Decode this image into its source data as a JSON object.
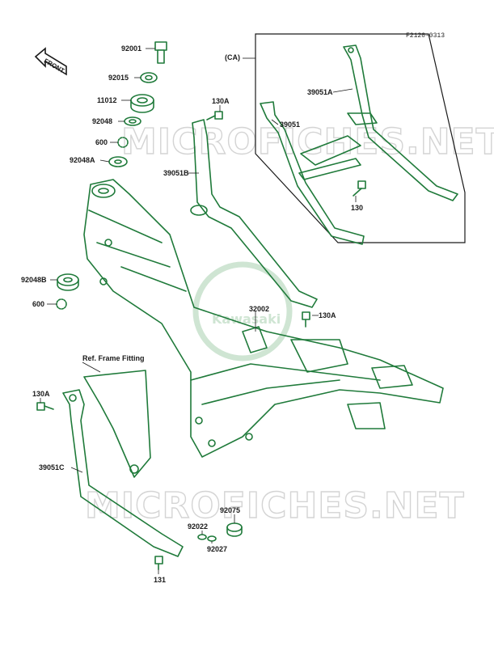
{
  "diagram_code": "F2120-0313",
  "front_arrow_label": "FRONT",
  "inset_label": "(CA)",
  "ref_note": "Ref. Frame Fitting",
  "watermark": "MICROFICHES.NET",
  "brand_logo_text": "Kawasaki",
  "parts": {
    "p92001": "92001",
    "p92015": "92015",
    "p11012": "11012",
    "p92048": "92048",
    "p600_top": "600",
    "p92048A": "92048A",
    "p130A_top": "130A",
    "p39051B": "39051B",
    "p92048B": "92048B",
    "p600_mid": "600",
    "p32002": "32002",
    "p130A_mid": "130A",
    "p130A_left": "130A",
    "p39051C": "39051C",
    "p92075": "92075",
    "p92022": "92022",
    "p92027": "92027",
    "p131": "131",
    "p39051A": "39051A",
    "p39051": "39051",
    "p130": "130"
  },
  "colors": {
    "line_art": "#1f7a3a",
    "text": "#1a1a1a",
    "watermark": "#d4d4d4"
  }
}
